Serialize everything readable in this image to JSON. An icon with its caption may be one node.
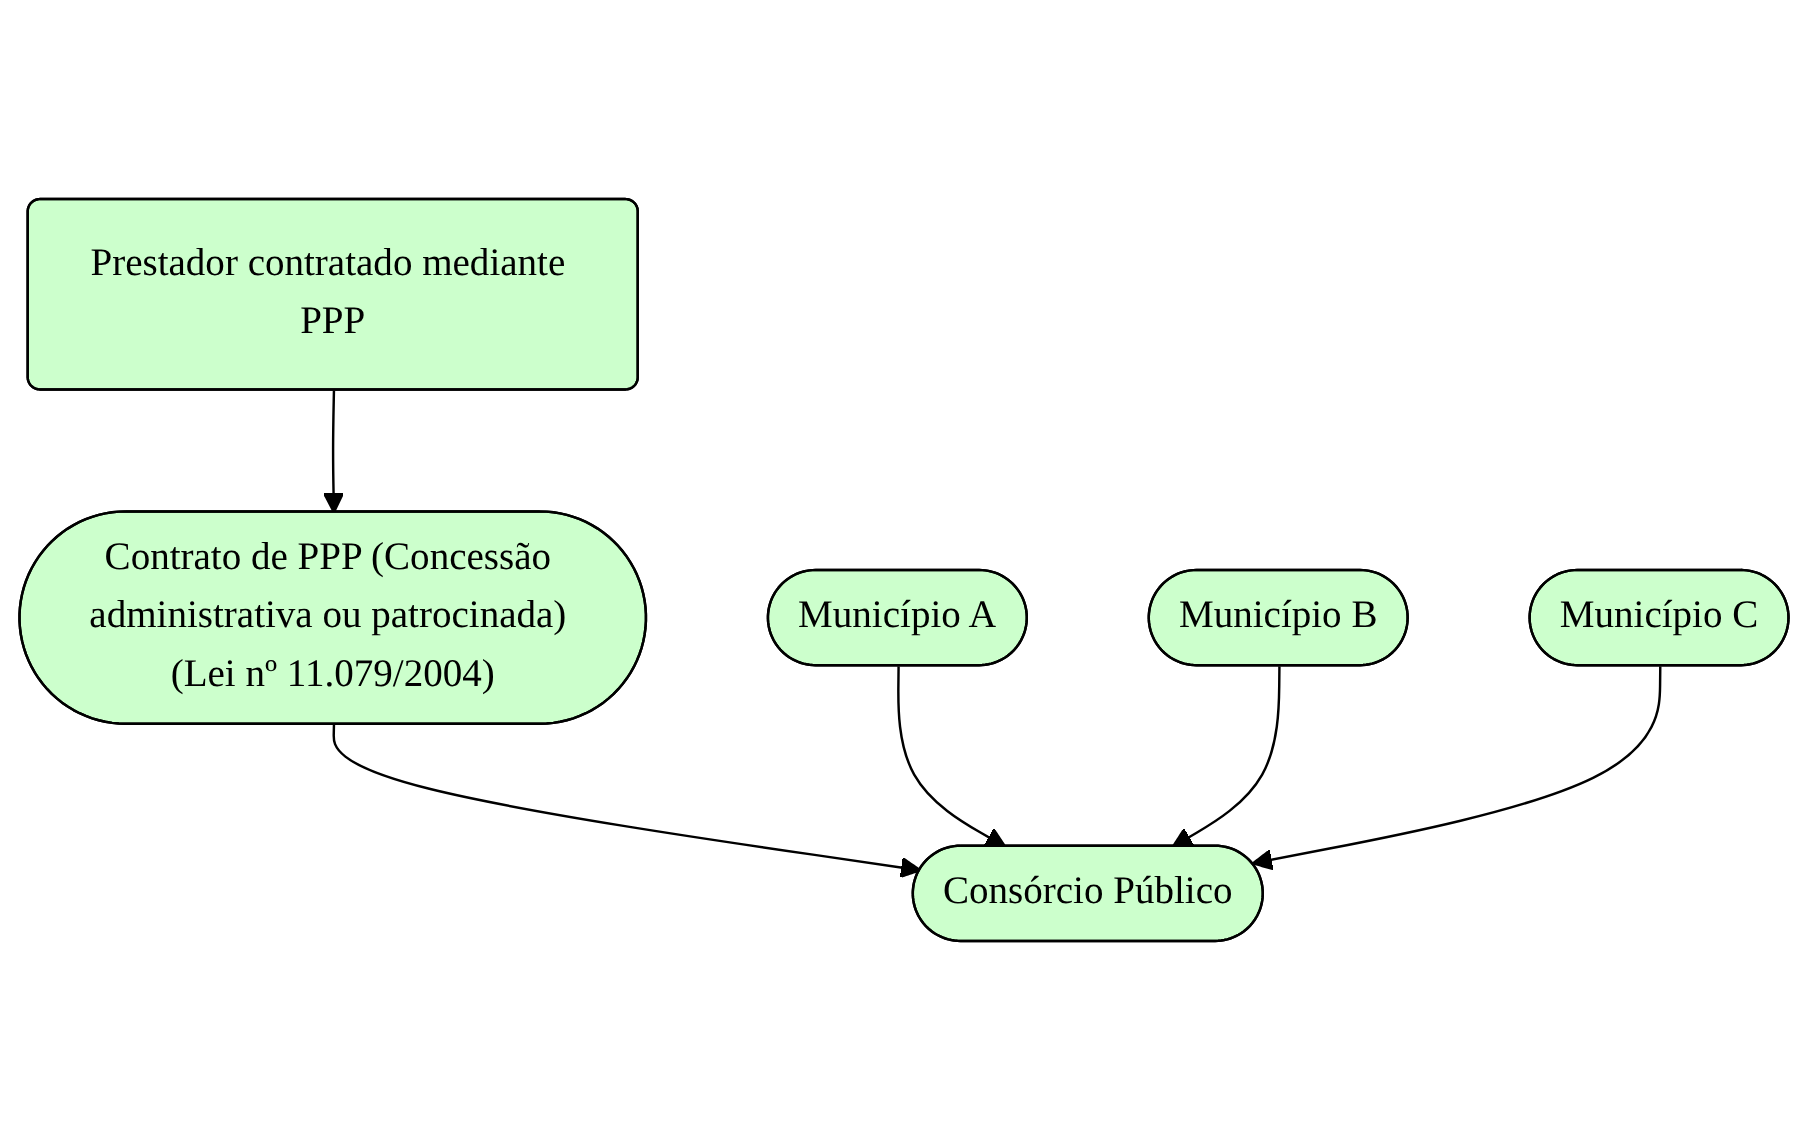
{
  "diagram": {
    "nodes": [
      {
        "text": [
          "Prestador contratado mediante PPP"
        ]
      },
      {
        "text": [
          "Contrato de PPP (Concessão administrativa ou patrocinada) (Lei nº 11.079/2004)"
        ]
      },
      {
        "text": [
          "Consórcio Público"
        ]
      },
      {
        "text": [
          "Município A"
        ]
      },
      {
        "text": [
          "Município B"
        ]
      },
      {
        "text": [
          "Município C"
        ]
      }
    ],
    "edges": [
      {
        "from": 0,
        "to": 1,
        "arrow": "to"
      },
      {
        "from": 1,
        "to": 2,
        "arrow": "to"
      },
      {
        "from": 3,
        "to": 2,
        "arrow": "to"
      },
      {
        "from": 4,
        "to": 2,
        "arrow": "to"
      },
      {
        "from": 5,
        "to": 2,
        "arrow": "to"
      }
    ]
  }
}
